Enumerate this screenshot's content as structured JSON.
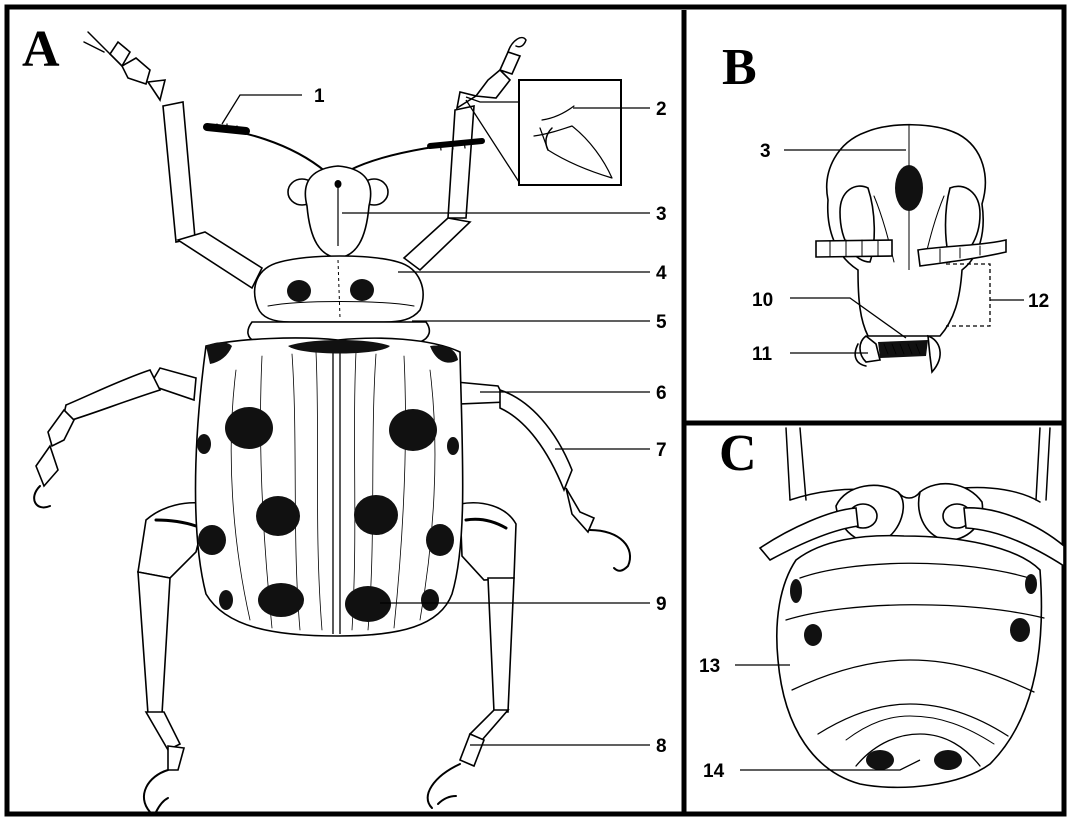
{
  "panels": {
    "a": {
      "letter": "A"
    },
    "b": {
      "letter": "B"
    },
    "c": {
      "letter": "C"
    }
  },
  "callouts": {
    "a": [
      "1",
      "2",
      "3",
      "4",
      "5",
      "6",
      "7",
      "8",
      "9"
    ],
    "b": [
      "3",
      "10",
      "11",
      "12"
    ],
    "c": [
      "13",
      "14"
    ]
  },
  "colors": {
    "ink": "#000000",
    "background": "#ffffff",
    "spot": "#111111"
  }
}
